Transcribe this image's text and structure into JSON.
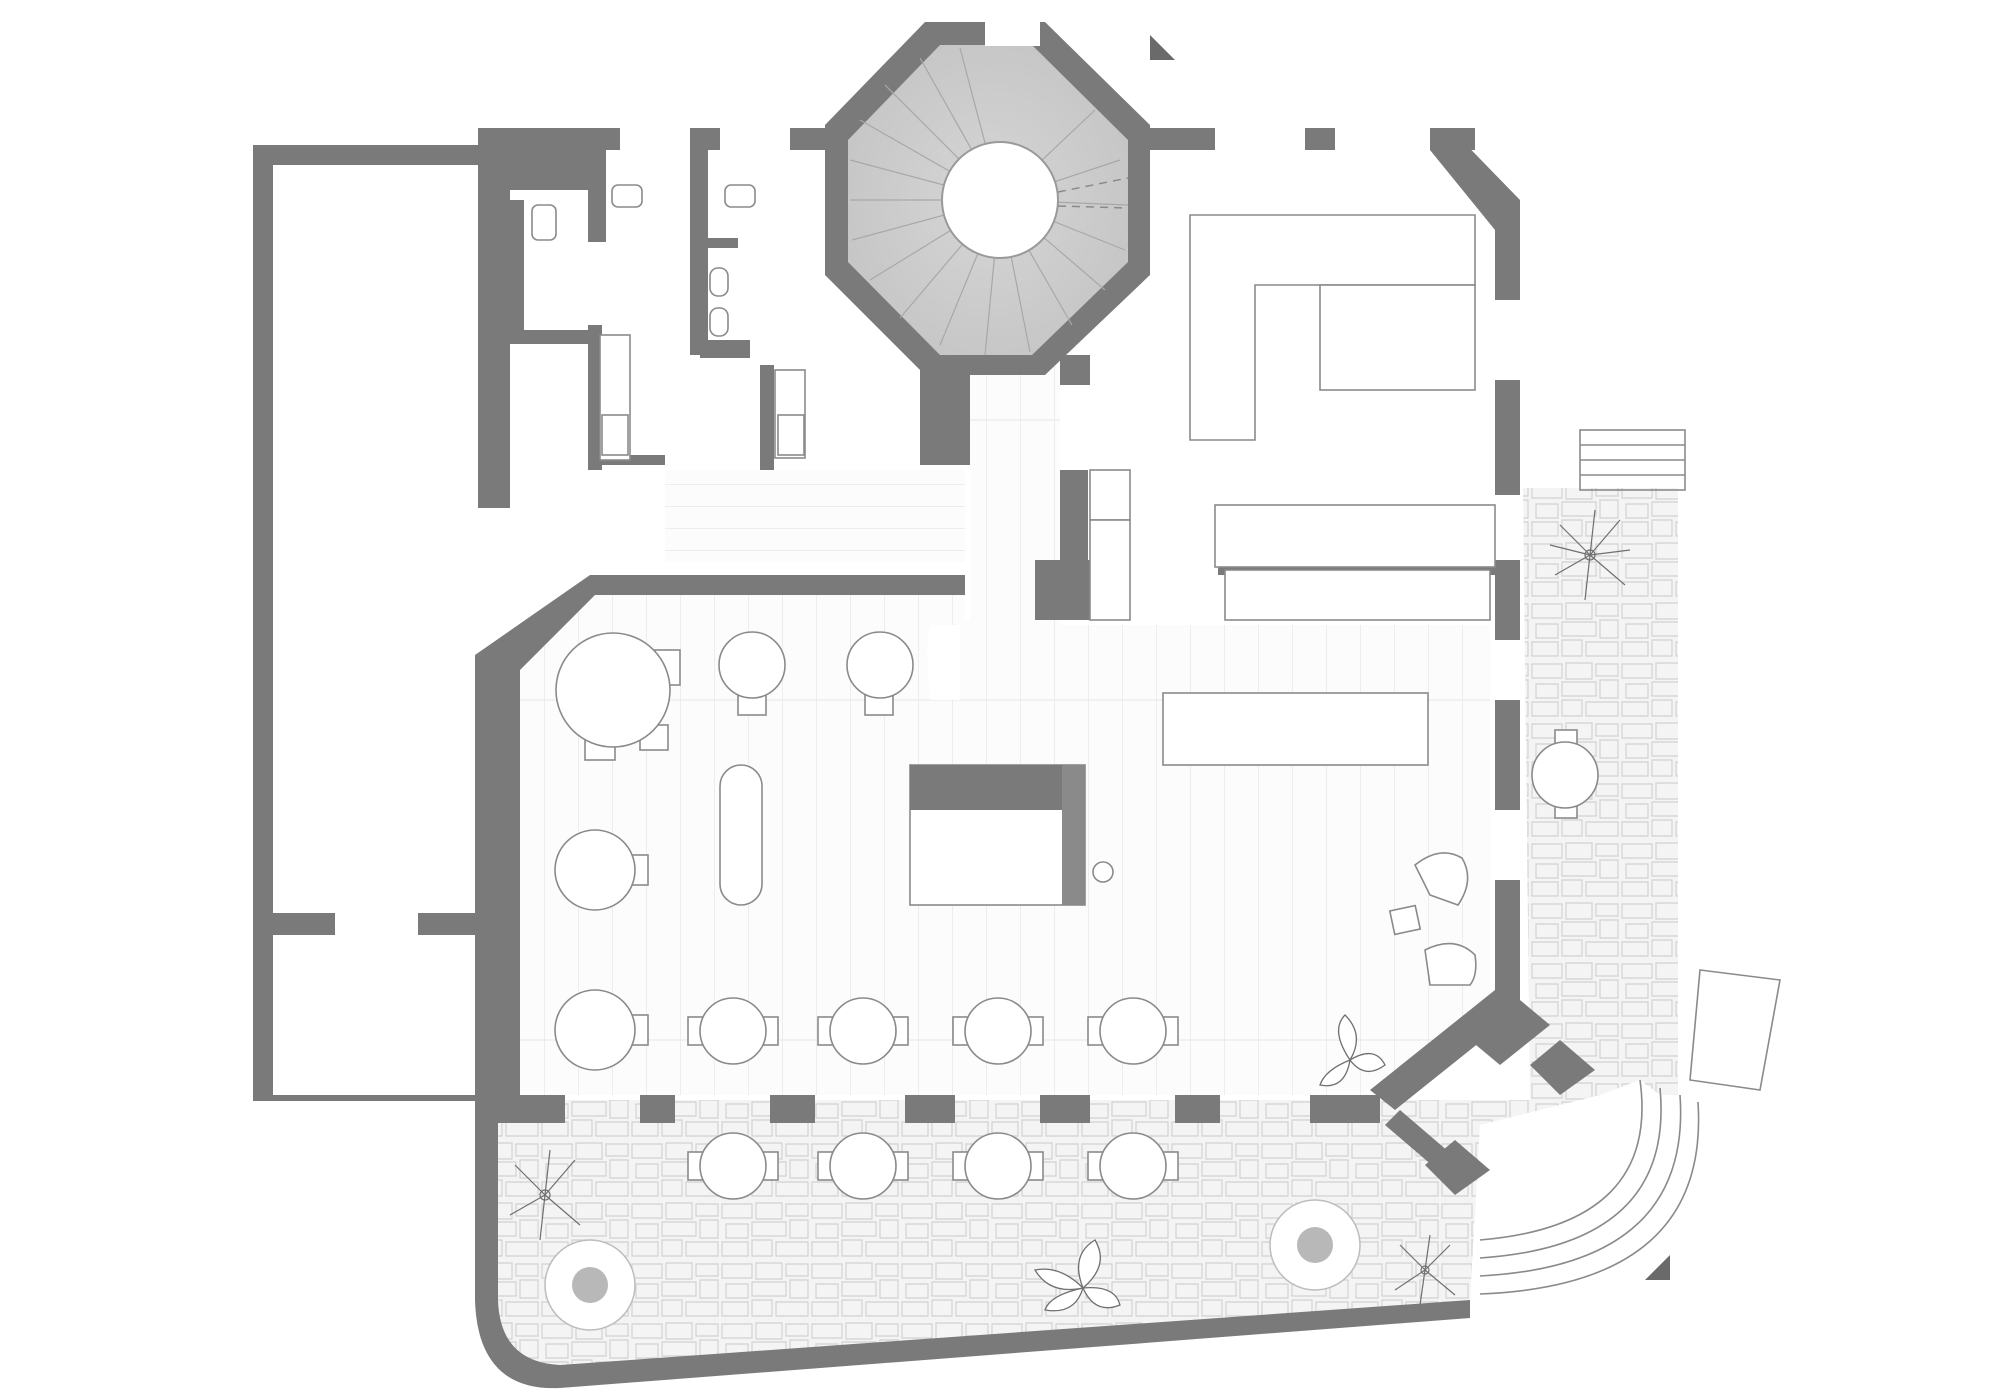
{
  "drawing": {
    "kind": "architectural floor plan",
    "text_labels": []
  },
  "colors": {
    "background": "#ffffff",
    "wall": "#7a7a7a",
    "stair": "#c9c9c9",
    "floor_lines": "#cfcfcf",
    "paving": "#f1f1f1",
    "furniture_stroke": "#8a8a8a"
  },
  "counts": {
    "dining_round_tables_interior": 10,
    "terrace_round_tables": 4,
    "stair_treads": 18
  },
  "icons": [
    "north-arrow-icon",
    "plant-icon",
    "tree-icon"
  ]
}
